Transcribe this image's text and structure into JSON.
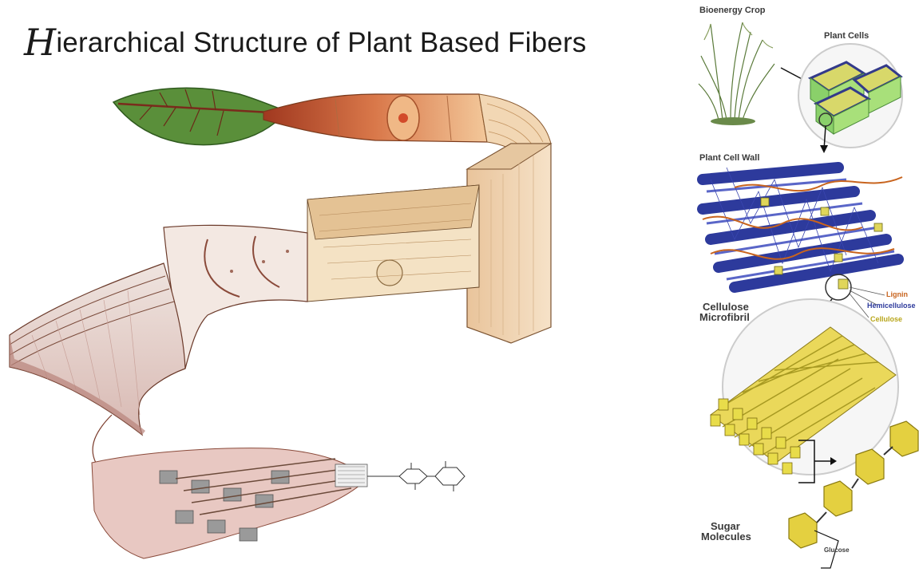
{
  "title": {
    "initial": "H",
    "rest": "ierarchical Structure of Plant Based Fibers"
  },
  "right_panel": {
    "labels": {
      "bioenergy_crop": "Bioenergy Crop",
      "plant_cells": "Plant Cells",
      "plant_cell_wall": "Plant Cell Wall",
      "cellulose_microfibril_line1": "Cellulose",
      "cellulose_microfibril_line2": "Microfibril",
      "sugar_molecules_line1": "Sugar",
      "sugar_molecules_line2": "Molecules",
      "glucose": "Glucose"
    },
    "legend": {
      "lignin": "Lignin",
      "hemicellulose": "Hemicellulose",
      "cellulose": "Cellulose"
    },
    "colors": {
      "lignin": "#c8641e",
      "hemicellulose": "#2d3a9c",
      "cellulose": "#b8a61a"
    }
  }
}
